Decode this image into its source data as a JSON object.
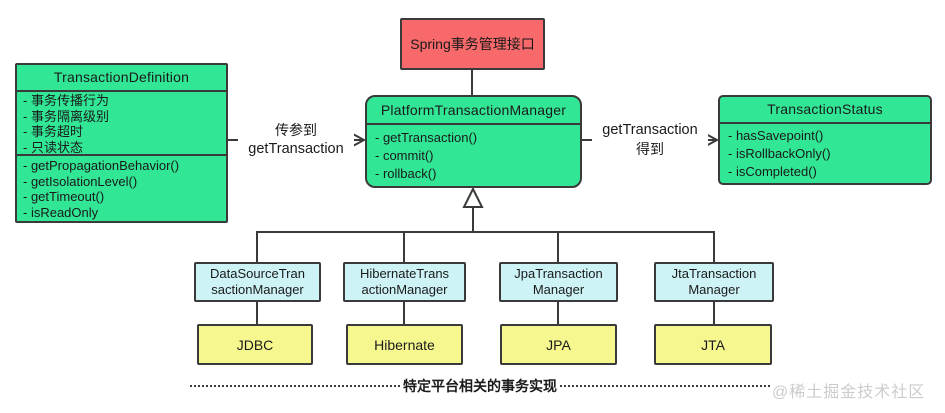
{
  "palette": {
    "interface_fill": "#f8696b",
    "class_fill": "#31e795",
    "impl_fill": "#cdf3f6",
    "platform_fill": "#f7f78f",
    "line_color": "#3a3a3a",
    "watermark_color": "#cccccc"
  },
  "interface_box": {
    "label": "Spring事务管理接口"
  },
  "classes": {
    "definition": {
      "title": "TransactionDefinition",
      "attributes": [
        "- 事务传播行为",
        "- 事务隔离级别",
        "- 事务超时",
        "- 只读状态"
      ],
      "methods": [
        "- getPropagationBehavior()",
        "- getIsolationLevel()",
        "- getTimeout()",
        "- isReadOnly"
      ]
    },
    "manager": {
      "title": "PlatformTransactionManager",
      "methods": [
        "- getTransaction()",
        "- commit()",
        "- rollback()"
      ]
    },
    "status": {
      "title": "TransactionStatus",
      "methods": [
        "- hasSavepoint()",
        "- isRollbackOnly()",
        "- isCompleted()"
      ]
    }
  },
  "edges": {
    "pass_param": {
      "line1": "传参到",
      "line2": "getTransaction"
    },
    "obtain": {
      "line1": "getTransaction",
      "line2": "得到"
    }
  },
  "implementations": [
    {
      "manager_line1": "DataSourceTran",
      "manager_line2": "sactionManager",
      "platform": "JDBC"
    },
    {
      "manager_line1": "HibernateTrans",
      "manager_line2": "actionManager",
      "platform": "Hibernate"
    },
    {
      "manager_line1": "JpaTransaction",
      "manager_line2": "Manager",
      "platform": "JPA"
    },
    {
      "manager_line1": "JtaTransaction",
      "manager_line2": "Manager",
      "platform": "JTA"
    }
  ],
  "footer": {
    "caption": "特定平台相关的事务实现",
    "watermark": "@稀土掘金技术社区"
  }
}
